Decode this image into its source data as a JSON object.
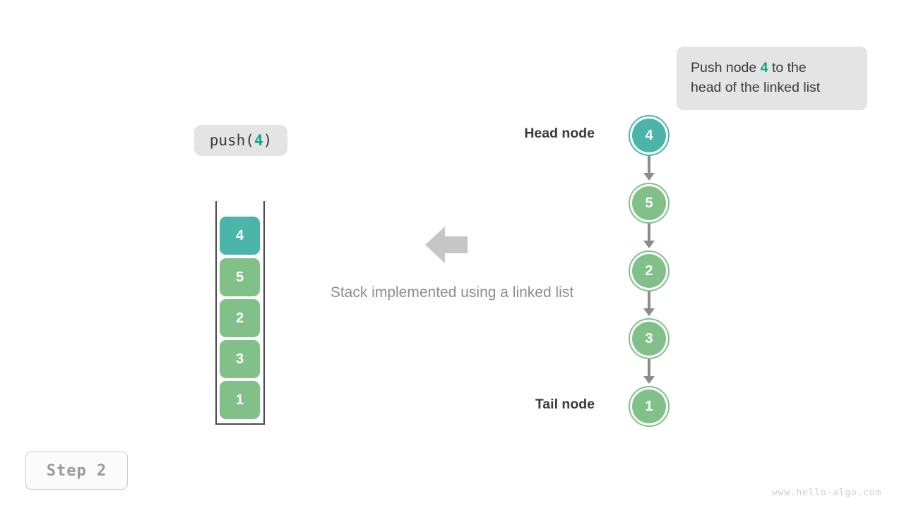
{
  "annotation": {
    "prefix": "Push node ",
    "highlight": "4",
    "suffix": " to the",
    "line2": "head of the linked list"
  },
  "operation": {
    "prefix": "push(",
    "value": "4",
    "suffix": ")"
  },
  "caption": "Stack implemented using a linked list",
  "step": {
    "label": "Step  2"
  },
  "watermark": "www.hello-algo.com",
  "colors": {
    "accent_teal": "#4bb5ac",
    "node_green": "#82c08a",
    "arrow_gray": "#8c8c8c",
    "callout_bg": "#e4e4e4",
    "text_dark": "#3a3a3a",
    "text_muted": "#8d8d8d"
  },
  "stack": {
    "cells": [
      {
        "value": "4",
        "state": "top"
      },
      {
        "value": "5",
        "state": "normal"
      },
      {
        "value": "2",
        "state": "normal"
      },
      {
        "value": "3",
        "state": "normal"
      },
      {
        "value": "1",
        "state": "normal"
      }
    ]
  },
  "linked_list": {
    "head_label": "Head node",
    "tail_label": "Tail node",
    "nodes": [
      {
        "value": "4",
        "state": "head"
      },
      {
        "value": "5",
        "state": "normal"
      },
      {
        "value": "2",
        "state": "normal"
      },
      {
        "value": "3",
        "state": "normal"
      },
      {
        "value": "1",
        "state": "normal"
      }
    ]
  },
  "icons": {
    "transform_arrow": "arrow-left-icon"
  }
}
